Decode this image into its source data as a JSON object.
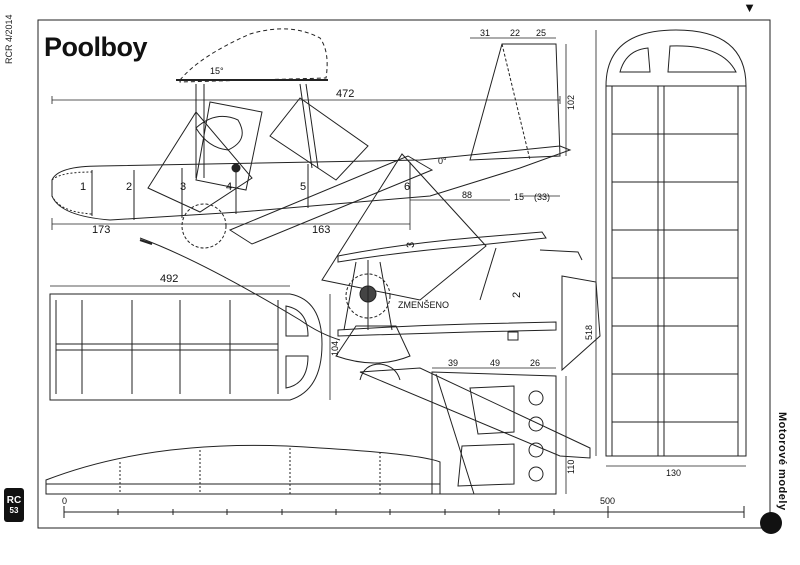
{
  "header": {
    "title": "Poolboy",
    "issue": "RCR 4/2014",
    "magazine": "Motorové modely",
    "page_number": "53",
    "logo_text": "RC",
    "corner_mark": "▼"
  },
  "fuselage": {
    "length_dim": "472",
    "front_dim": "173",
    "rear_dim": "163",
    "incidence": "0°",
    "wing_angle": "15°",
    "former_labels": [
      "1",
      "2",
      "3",
      "4",
      "5",
      "6"
    ],
    "tail_dims": [
      "88",
      "15",
      "(33)"
    ]
  },
  "fin": {
    "top_dims": [
      "31",
      "22",
      "25"
    ],
    "height_dim": "102"
  },
  "stabilizer": {
    "span_dim": "492",
    "chord_dim": "104"
  },
  "wing_panel": {
    "span_dim": "518",
    "chord_dim": "130"
  },
  "rudder": {
    "top_dims": [
      "39",
      "49",
      "26"
    ],
    "height_dim": "110"
  },
  "detail": {
    "reduced_label": "ZMENŠENO",
    "part_marks": [
      "3",
      "2"
    ]
  },
  "scale_bar": {
    "start": "0",
    "end": "500"
  }
}
